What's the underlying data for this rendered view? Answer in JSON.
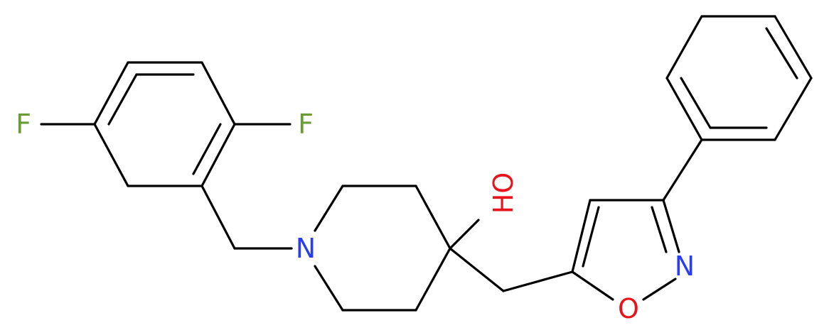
{
  "molecule": {
    "atoms": [
      {
        "id": "F1",
        "label": "F",
        "color": "#6a9c35"
      },
      {
        "id": "F2",
        "label": "F",
        "color": "#6a9c35"
      },
      {
        "id": "N1",
        "label": "N",
        "color": "#2a3df0"
      },
      {
        "id": "O1",
        "label": "HO",
        "color": "#e8141b"
      },
      {
        "id": "N2",
        "label": "N",
        "color": "#2a3df0"
      },
      {
        "id": "O2",
        "label": "O",
        "color": "#e8141b"
      }
    ]
  }
}
